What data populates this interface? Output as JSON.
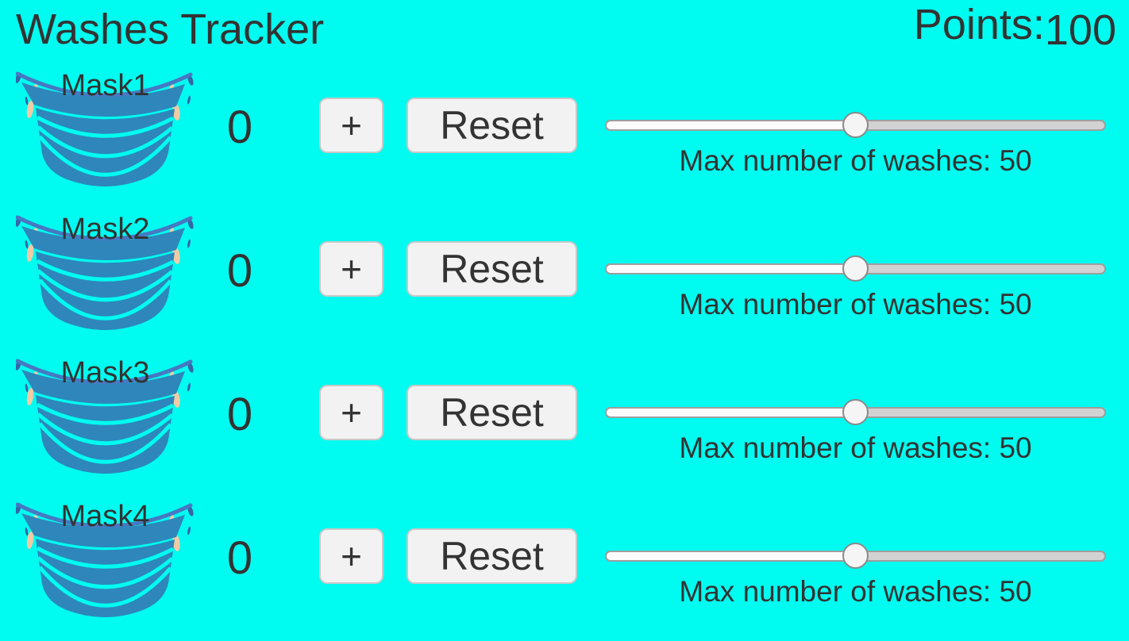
{
  "colors": {
    "background": "#00fbf0",
    "text": "#333333",
    "mask_body": "#2e86bb",
    "mask_strap": "#4679c2",
    "mask_strap_dark": "#3566a8",
    "mask_skin": "#f0cba6",
    "button_bg": "#f2f2f2",
    "button_border": "#c8c8c8",
    "track_filled": "#fbfbfb",
    "track_rest": "#d2d2d2",
    "track_border": "#9e9e9e",
    "thumb_bg": "#f5f5f5",
    "thumb_border": "#8a8a8a"
  },
  "header": {
    "title": "Washes Tracker",
    "points_label": "Points:",
    "points_value": "100"
  },
  "rows": [
    {
      "label": "Mask1",
      "count": "0",
      "plus_label": "+",
      "reset_label": "Reset",
      "slider_percent": 50,
      "max_washes_text": "Max number of washes: 50"
    },
    {
      "label": "Mask2",
      "count": "0",
      "plus_label": "+",
      "reset_label": "Reset",
      "slider_percent": 50,
      "max_washes_text": "Max number of washes: 50"
    },
    {
      "label": "Mask3",
      "count": "0",
      "plus_label": "+",
      "reset_label": "Reset",
      "slider_percent": 50,
      "max_washes_text": "Max number of washes: 50"
    },
    {
      "label": "Mask4",
      "count": "0",
      "plus_label": "+",
      "reset_label": "Reset",
      "slider_percent": 50,
      "max_washes_text": "Max number of washes: 50"
    }
  ]
}
